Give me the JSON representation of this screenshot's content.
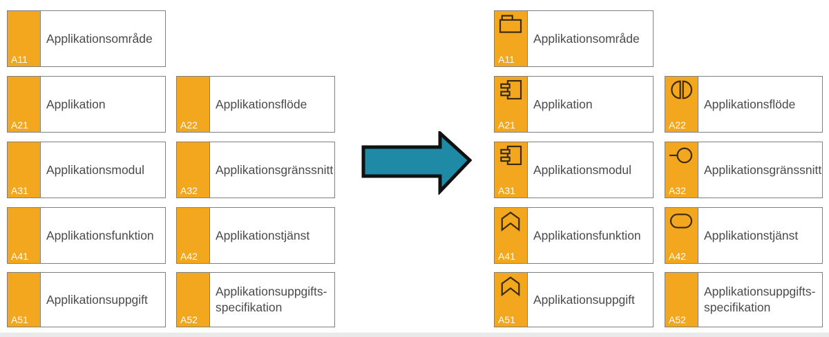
{
  "diagram": {
    "description_arrow": "transformation-arrow-right",
    "colors": {
      "tab_orange": "#F2A71E",
      "box_border": "#7F7F7F",
      "label_text": "#4A4A4A",
      "code_text": "#FFFFFF",
      "arrow_fill": "#1F8AA6",
      "arrow_stroke": "#111111",
      "icon_stroke": "#3C2B0D",
      "footer_strip": "#E9E9E9"
    }
  },
  "left_group": {
    "boxes": [
      {
        "code": "A11",
        "label": "Applikationsområde",
        "icon": null
      },
      {
        "code": "A21",
        "label": "Applikation",
        "icon": null
      },
      {
        "code": "A22",
        "label": "Applikationsflöde",
        "icon": null
      },
      {
        "code": "A31",
        "label": "Applikationsmodul",
        "icon": null
      },
      {
        "code": "A32",
        "label": "Applikationsgränssnitt",
        "icon": null
      },
      {
        "code": "A41",
        "label": "Applikationsfunktion",
        "icon": null
      },
      {
        "code": "A42",
        "label": "Applikationstjänst",
        "icon": null
      },
      {
        "code": "A51",
        "label": "Applikationsuppgift",
        "icon": null
      },
      {
        "code": "A52",
        "label": "Applikationsuppgifts-\nspecifikation",
        "icon": null
      }
    ]
  },
  "right_group": {
    "boxes": [
      {
        "code": "A11",
        "label": "Applikationsområde",
        "icon": "folder-icon"
      },
      {
        "code": "A21",
        "label": "Applikation",
        "icon": "component-icon"
      },
      {
        "code": "A22",
        "label": "Applikationsflöde",
        "icon": "interaction-icon"
      },
      {
        "code": "A31",
        "label": "Applikationsmodul",
        "icon": "component-icon"
      },
      {
        "code": "A32",
        "label": "Applikationsgränssnitt",
        "icon": "interface-icon"
      },
      {
        "code": "A41",
        "label": "Applikationsfunktion",
        "icon": "function-icon"
      },
      {
        "code": "A42",
        "label": "Applikationstjänst",
        "icon": "service-icon"
      },
      {
        "code": "A51",
        "label": "Applikationsuppgift",
        "icon": "function-icon"
      },
      {
        "code": "A52",
        "label": "Applikationsuppgifts-\nspecifikation",
        "icon": null
      }
    ]
  }
}
